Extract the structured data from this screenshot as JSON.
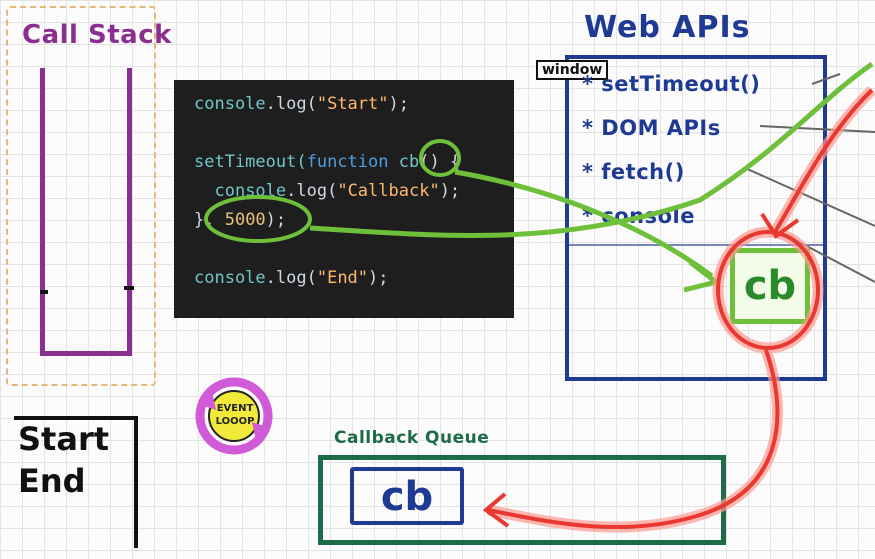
{
  "call_stack": {
    "title": "Call Stack"
  },
  "code": {
    "lines": [
      "console.log(\"Start\");",
      "",
      "setTimeout(function cb() {",
      "  console.log(\"Callback\");",
      "}, 5000);",
      "",
      "console.log(\"End\");"
    ],
    "tokens": {
      "console": "console",
      "log": ".log(",
      "start_str": "\"Start\"",
      "end_paren": ");",
      "setTimeout": "setTimeout(",
      "function_kw": "function",
      "cb": " cb",
      "open": "() {",
      "callback_str": "\"Callback\"",
      "close": "}, ",
      "delay": "5000",
      "close_end": ");",
      "end_str": "\"End\""
    }
  },
  "web_apis": {
    "title": "Web APIs",
    "window_tag": "window",
    "items": [
      "* setTimeout()",
      "* DOM APIs",
      "* fetch()",
      "* console"
    ],
    "callback_label": "cb"
  },
  "event_loop": {
    "label_line1": "EVENT",
    "label_line2": "LOOOP"
  },
  "output": {
    "lines": [
      "Start",
      "End"
    ]
  },
  "callback_queue": {
    "title": "Callback Queue",
    "callback_label": "cb"
  },
  "colors": {
    "call_stack": "#8a2f8f",
    "web_apis": "#1f3a93",
    "queue": "#1e6b4a",
    "highlight_green": "#6ec03a",
    "highlight_red": "#e8382f",
    "code_bg": "#1e1e1e"
  }
}
